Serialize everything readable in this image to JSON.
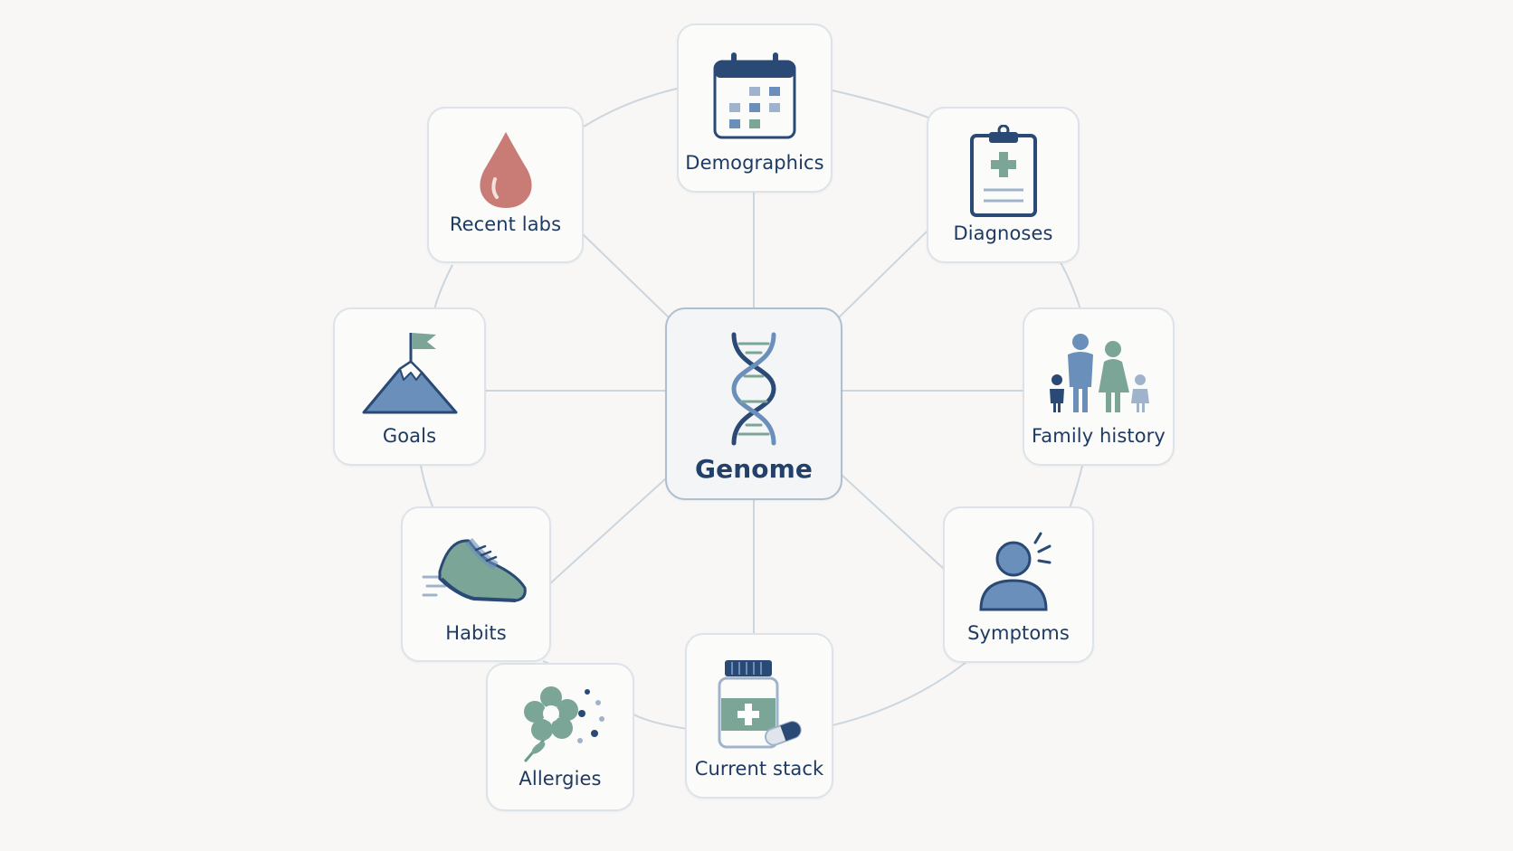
{
  "center": {
    "label": "Genome",
    "icon": "dna-icon"
  },
  "nodes": [
    {
      "id": "demographics",
      "label": "Demographics",
      "icon": "calendar-icon"
    },
    {
      "id": "diagnoses",
      "label": "Diagnoses",
      "icon": "clipboard-icon"
    },
    {
      "id": "family_history",
      "label": "Family history",
      "icon": "family-icon"
    },
    {
      "id": "symptoms",
      "label": "Symptoms",
      "icon": "person-alert-icon"
    },
    {
      "id": "current_stack",
      "label": "Current stack",
      "icon": "pill-bottle-icon"
    },
    {
      "id": "allergies",
      "label": "Allergies",
      "icon": "flower-pollen-icon"
    },
    {
      "id": "habits",
      "label": "Habits",
      "icon": "sneaker-icon"
    },
    {
      "id": "goals",
      "label": "Goals",
      "icon": "mountain-flag-icon"
    },
    {
      "id": "recent_labs",
      "label": "Recent labs",
      "icon": "blood-drop-icon"
    }
  ],
  "colors": {
    "navy": "#2a4a75",
    "blue": "#6a8fba",
    "green": "#7aa597",
    "red": "#c97c76",
    "line": "#ccd6df"
  }
}
